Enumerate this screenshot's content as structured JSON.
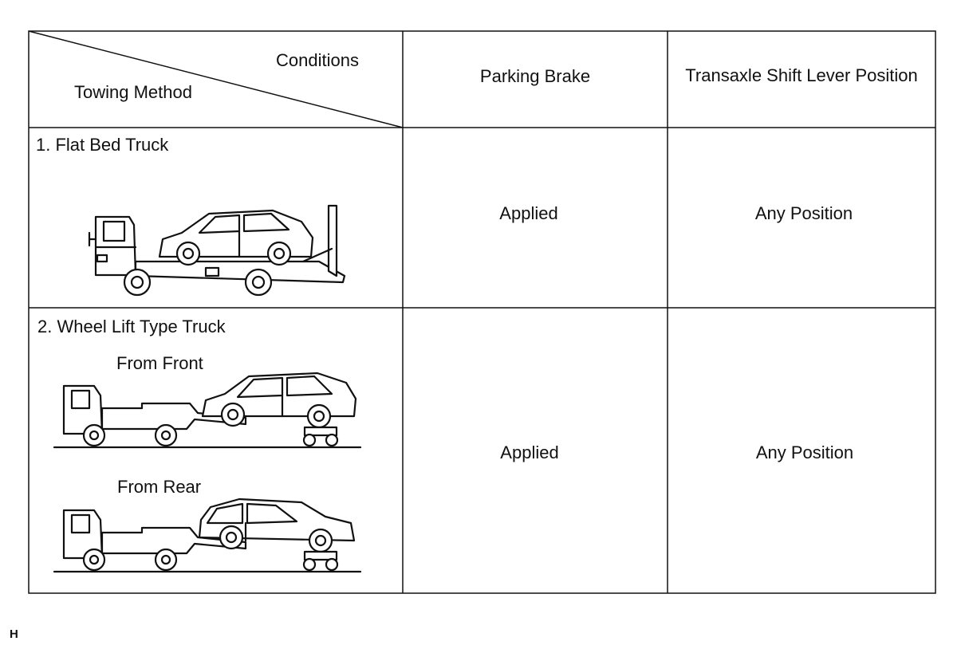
{
  "header": {
    "conditions_label": "Conditions",
    "towing_method_label": "Towing Method",
    "parking_brake_label": "Parking Brake",
    "shift_lever_label": "Transaxle Shift Lever Position"
  },
  "rows": [
    {
      "method": "1. Flat Bed Truck",
      "parking_brake": "Applied",
      "shift_lever": "Any Position"
    },
    {
      "method": "2. Wheel Lift Type Truck",
      "sub_labels": [
        "From Front",
        "From Rear"
      ],
      "parking_brake": "Applied",
      "shift_lever": "Any Position"
    }
  ],
  "footer_mark": "H",
  "icons": [
    "flatbed-truck-illustration",
    "wheel-lift-front-illustration",
    "wheel-lift-rear-illustration"
  ]
}
